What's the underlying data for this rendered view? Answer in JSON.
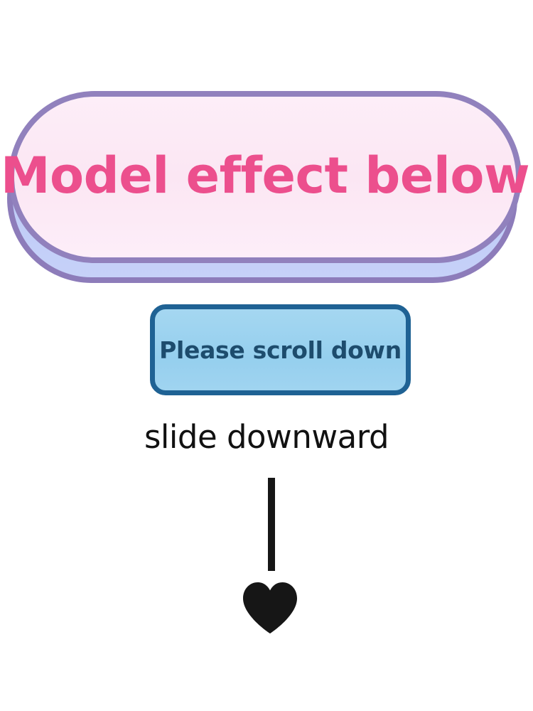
{
  "banner": {
    "title": "Model effect below",
    "front_fill": "#fbe6f3",
    "back_fill": "#c1cdf8",
    "border_color": "#9181bd",
    "title_color": "#ec4f8d"
  },
  "scroll_button": {
    "label": "Please scroll down",
    "fill": "#9dd3f0",
    "border_color": "#1f6294",
    "label_color": "#1d4c6d"
  },
  "caption": {
    "text": "slide downward",
    "color": "#111111"
  },
  "arrow": {
    "stem_color": "#161616",
    "heart_icon": "heart-icon",
    "heart_color": "#161616"
  }
}
